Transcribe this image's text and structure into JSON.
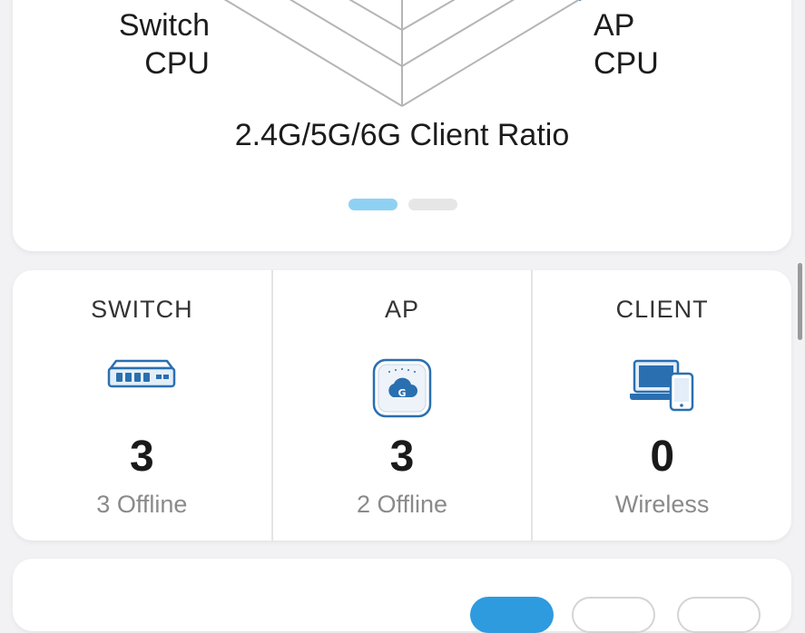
{
  "radar": {
    "labels": {
      "switch_cpu_line1": "Switch",
      "switch_cpu_line2": "CPU",
      "ap_cpu_line1": "AP",
      "ap_cpu_line2": "CPU",
      "client_ratio": "2.4G/5G/6G Client Ratio"
    },
    "axis_color": "#b5b5b5",
    "accent_color": "#3a7ab8"
  },
  "pager": {
    "pages": 2,
    "active_index": 0,
    "active_color": "#8fd1f2",
    "inactive_color": "#e6e6e6"
  },
  "stats": [
    {
      "title": "SWITCH",
      "icon": "switch-device-icon",
      "count": "3",
      "sub": "3 Offline"
    },
    {
      "title": "AP",
      "icon": "access-point-icon",
      "count": "3",
      "sub": "2 Offline"
    },
    {
      "title": "CLIENT",
      "icon": "laptop-phone-icon",
      "count": "0",
      "sub": "Wireless"
    }
  ],
  "colors": {
    "background": "#f2f2f4",
    "card": "#ffffff",
    "icon_blue": "#2a6fb0",
    "segment_active": "#2e9bdf"
  }
}
